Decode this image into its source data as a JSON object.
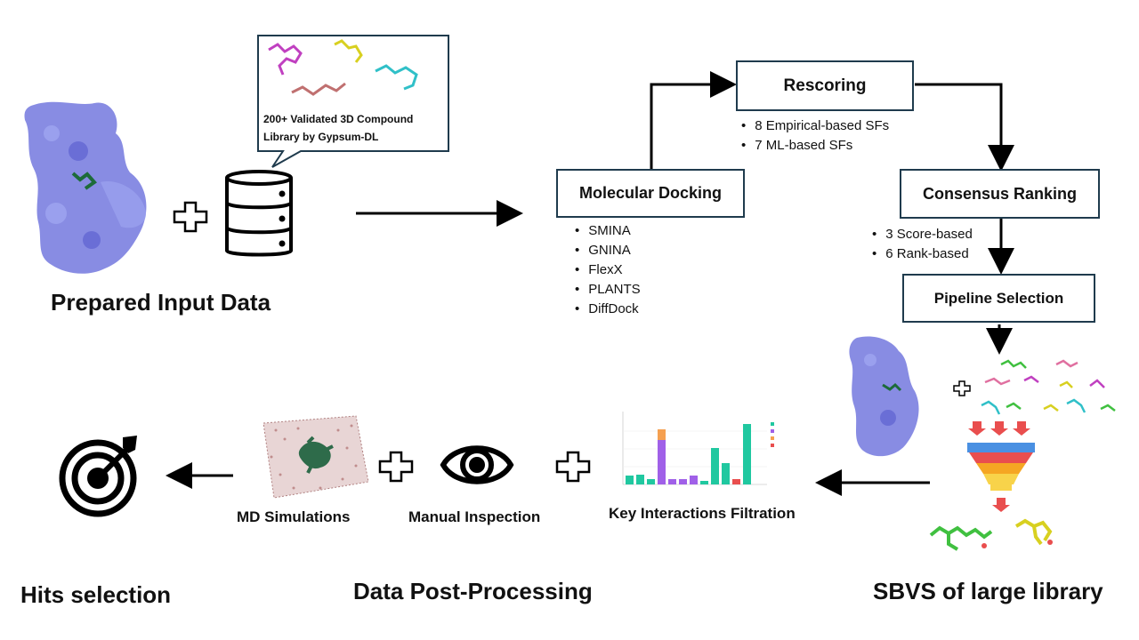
{
  "input": {
    "title": "Prepared Input Data",
    "library_label": "200+ Validated 3D Compound Library by Gypsum-DL"
  },
  "docking": {
    "title": "Molecular Docking",
    "tools": [
      "SMINA",
      "GNINA",
      "FlexX",
      "PLANTS",
      "DiffDock"
    ]
  },
  "rescoring": {
    "title": "Rescoring",
    "items": [
      "8 Empirical-based SFs",
      "7 ML-based SFs"
    ]
  },
  "consensus": {
    "title": "Consensus Ranking",
    "items": [
      "3 Score-based",
      "6 Rank-based"
    ]
  },
  "pipeline": {
    "title": "Pipeline Selection"
  },
  "sbvs": {
    "title": "SBVS of large library"
  },
  "post_processing": {
    "title": "Data Post-Processing",
    "steps": {
      "key_interactions": "Key Interactions Filtration",
      "manual_inspection": "Manual Inspection",
      "md_simulations": "MD Simulations"
    }
  },
  "hits": {
    "title": "Hits selection"
  },
  "icons": [
    "protein-surface-icon",
    "database-icon",
    "plus-icon",
    "eye-icon",
    "target-icon",
    "funnel-icon",
    "molecule-icon"
  ],
  "colors": {
    "protein": "#7b7fe0",
    "box_border": "#1f3b4d",
    "arrow": "#000000",
    "funnel": [
      "#4a90e2",
      "#e94e4e",
      "#f5a623",
      "#f8d34a"
    ]
  }
}
